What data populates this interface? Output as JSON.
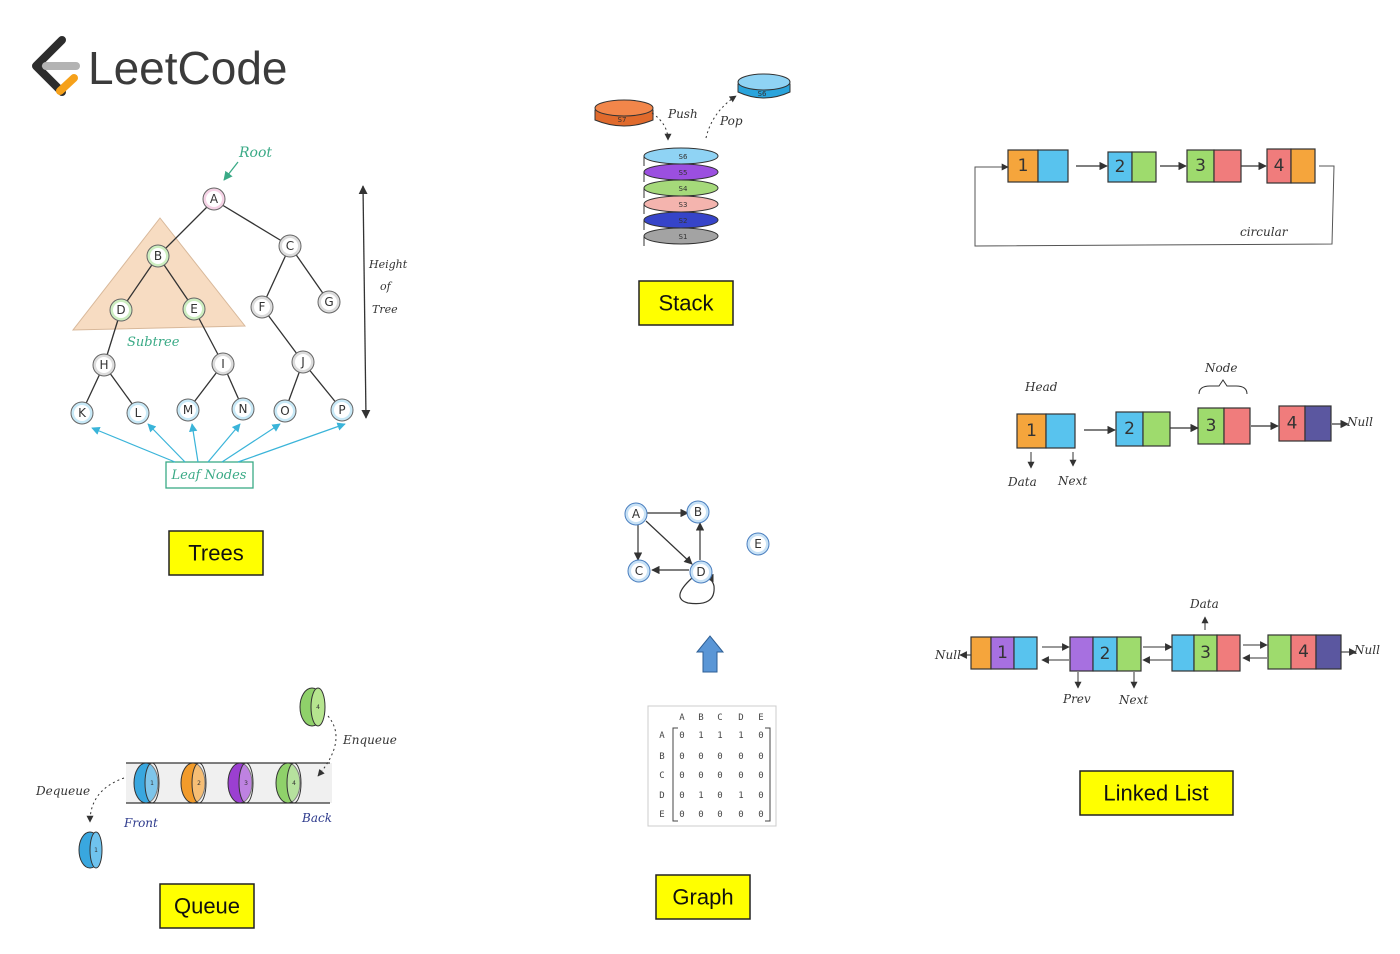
{
  "brand": {
    "name": "LeetCode"
  },
  "sections": {
    "trees": "Trees",
    "stack": "Stack",
    "graph": "Graph",
    "queue": "Queue",
    "linked_list": "Linked List"
  },
  "tree": {
    "root_annotation": "Root",
    "subtree_annotation": "Subtree",
    "height_annotation": [
      "Height",
      "of",
      "Tree"
    ],
    "leaf_annotation": "Leaf Nodes",
    "nodes": [
      "A",
      "B",
      "C",
      "D",
      "E",
      "F",
      "G",
      "H",
      "I",
      "J",
      "K",
      "L",
      "M",
      "N",
      "O",
      "P"
    ]
  },
  "stack": {
    "push_label": "Push",
    "pop_label": "Pop",
    "pushed_item": "S7",
    "popped_item": "S6",
    "items": [
      "S6",
      "S5",
      "S4",
      "S3",
      "S2",
      "S1"
    ]
  },
  "linked_lists": {
    "circular_label": "circular",
    "singly": {
      "head_label": "Head",
      "node_label": "Node",
      "data_label": "Data",
      "next_label": "Next",
      "null_label": "Null"
    },
    "doubly": {
      "data_label": "Data",
      "prev_label": "Prev",
      "next_label": "Next",
      "null_left": "Null",
      "null_right": "Null"
    },
    "values": [
      "1",
      "2",
      "3",
      "4"
    ]
  },
  "graph": {
    "nodes": [
      "A",
      "B",
      "C",
      "D",
      "E"
    ],
    "matrix": {
      "headers": [
        "A",
        "B",
        "C",
        "D",
        "E"
      ],
      "rows": [
        [
          "0",
          "1",
          "1",
          "1",
          "0"
        ],
        [
          "0",
          "0",
          "0",
          "0",
          "0"
        ],
        [
          "0",
          "0",
          "0",
          "0",
          "0"
        ],
        [
          "0",
          "1",
          "0",
          "1",
          "0"
        ],
        [
          "0",
          "0",
          "0",
          "0",
          "0"
        ]
      ]
    }
  },
  "queue": {
    "enqueue_label": "Enqueue",
    "dequeue_label": "Dequeue",
    "front_label": "Front",
    "back_label": "Back",
    "items": [
      "1",
      "2",
      "3",
      "4"
    ],
    "colors": [
      "#39a7df",
      "#f29b2b",
      "#9b3fd1",
      "#8fd16a"
    ]
  },
  "colors": {
    "yellow": "#ffff00",
    "orange": "#f5a53c",
    "blue": "#58c3ee",
    "green": "#9edb6d",
    "red": "#f07c7c",
    "purple": "#a770e0",
    "navy": "#5b57a0",
    "teal_annotation": "#3aaa86"
  }
}
